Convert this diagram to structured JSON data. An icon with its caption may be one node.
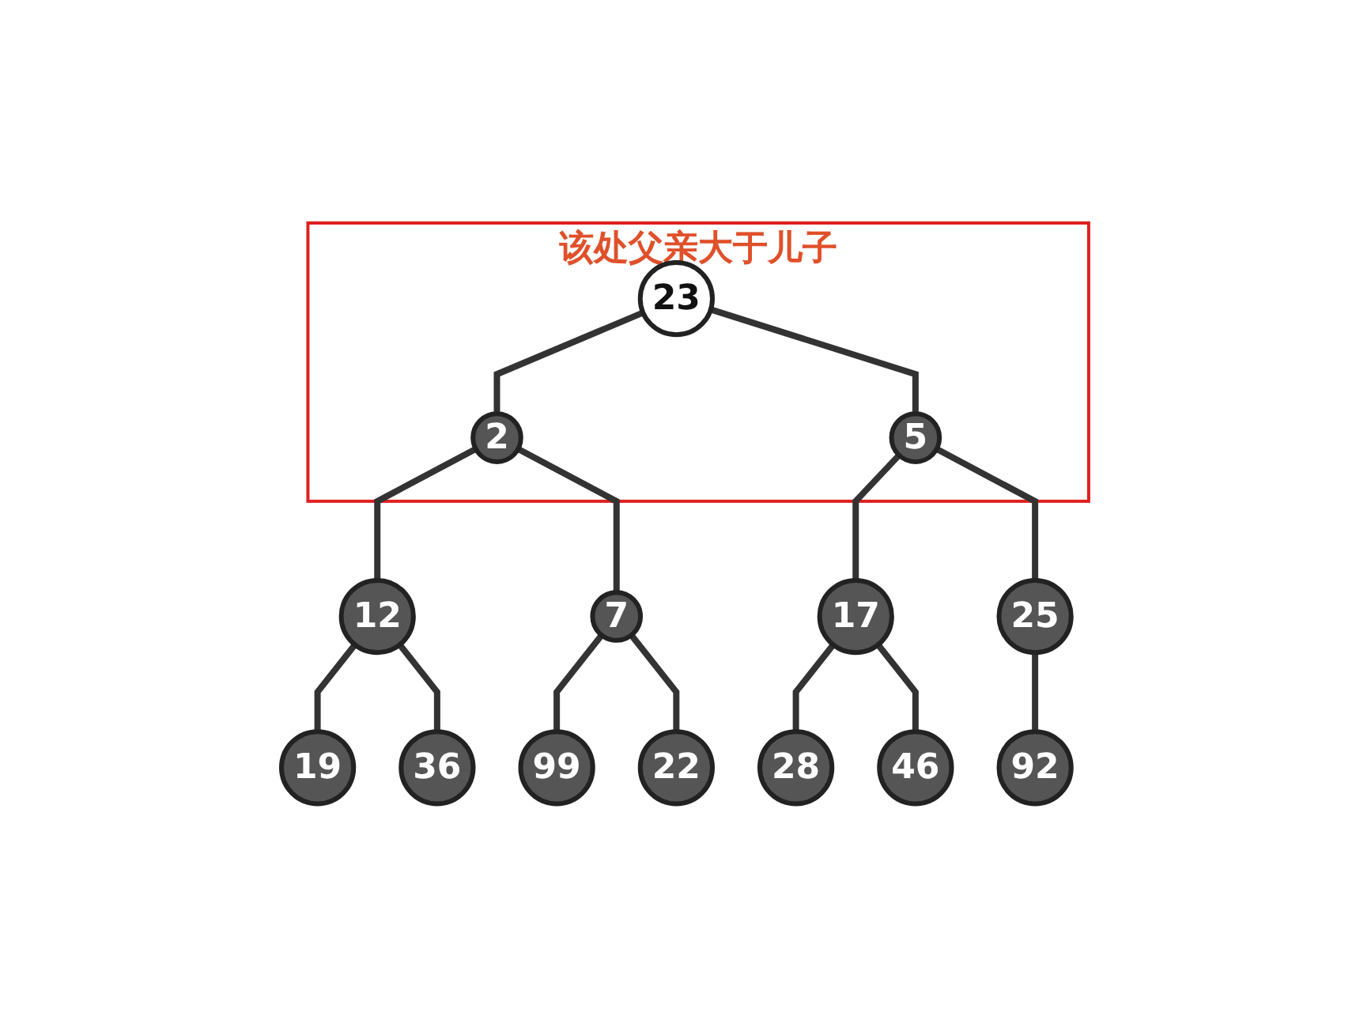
{
  "diagram": {
    "nodes": [
      {
        "text": [
          "该处父亲大于儿子"
        ]
      },
      {
        "text": [
          "23"
        ],
        "in": 0
      },
      {
        "text": [
          "2"
        ],
        "in": 0
      },
      {
        "text": [
          "5"
        ],
        "in": 0
      },
      {
        "text": [
          "12"
        ]
      },
      {
        "text": [
          "7"
        ]
      },
      {
        "text": [
          "17"
        ]
      },
      {
        "text": [
          "25"
        ]
      },
      {
        "text": [
          "19"
        ]
      },
      {
        "text": [
          "36"
        ]
      },
      {
        "text": [
          "99"
        ]
      },
      {
        "text": [
          "22"
        ]
      },
      {
        "text": [
          "28"
        ]
      },
      {
        "text": [
          "46"
        ]
      },
      {
        "text": [
          "92"
        ]
      }
    ],
    "edges": [
      {
        "from": 1,
        "to": 2,
        "arrow": "none"
      },
      {
        "from": 1,
        "to": 3,
        "arrow": "none"
      },
      {
        "from": 2,
        "to": 4,
        "arrow": "none"
      },
      {
        "from": 2,
        "to": 5,
        "arrow": "none"
      },
      {
        "from": 3,
        "to": 6,
        "arrow": "none"
      },
      {
        "from": 3,
        "to": 7,
        "arrow": "none"
      },
      {
        "from": 4,
        "to": 8,
        "arrow": "none"
      },
      {
        "from": 4,
        "to": 9,
        "arrow": "none"
      },
      {
        "from": 5,
        "to": 10,
        "arrow": "none"
      },
      {
        "from": 5,
        "to": 11,
        "arrow": "none"
      },
      {
        "from": 6,
        "to": 12,
        "arrow": "none"
      },
      {
        "from": 6,
        "to": 13,
        "arrow": "none"
      },
      {
        "from": 7,
        "to": 14,
        "arrow": "none"
      }
    ]
  }
}
